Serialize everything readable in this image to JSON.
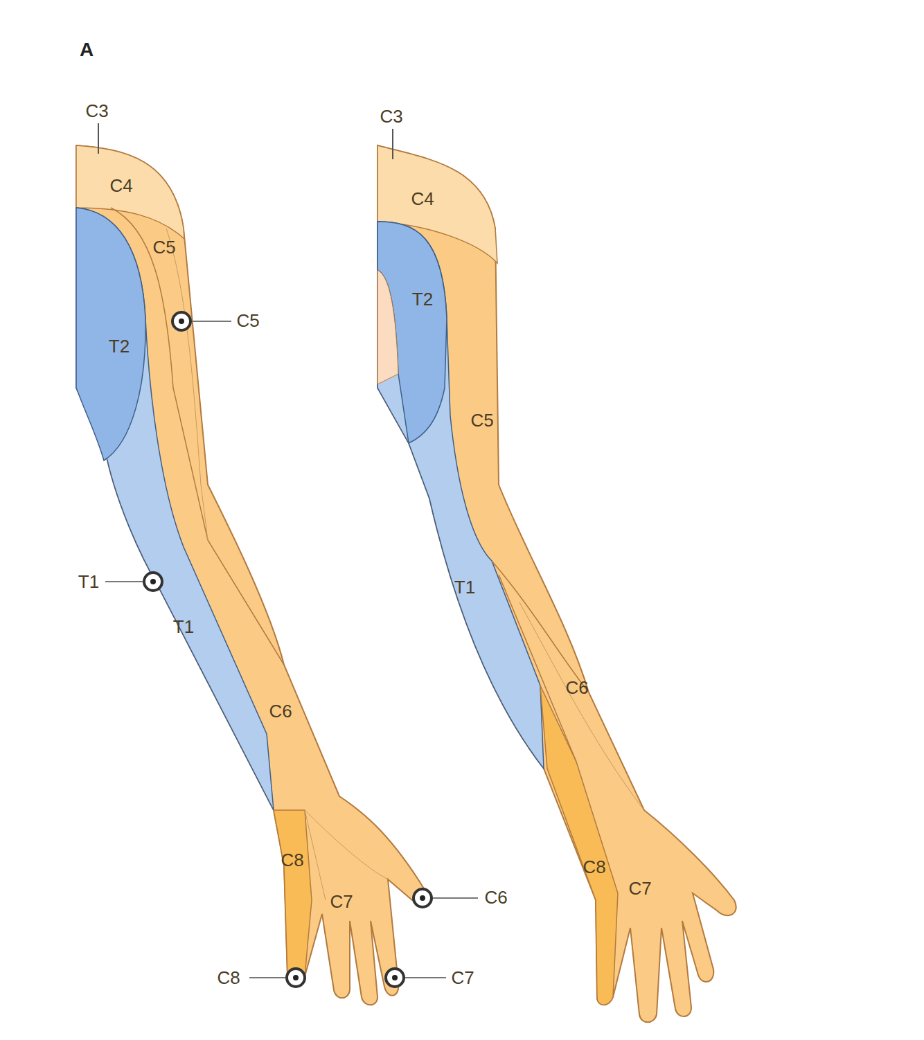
{
  "diagram": {
    "labels": [
      "A",
      "C3",
      "C4",
      "C5",
      "C5",
      "T2",
      "T1",
      "T1",
      "C6",
      "C8",
      "C7",
      "C6",
      "C8",
      "C7",
      "C3",
      "C4",
      "T2",
      "C5",
      "T1",
      "C6",
      "C8",
      "C7"
    ]
  }
}
